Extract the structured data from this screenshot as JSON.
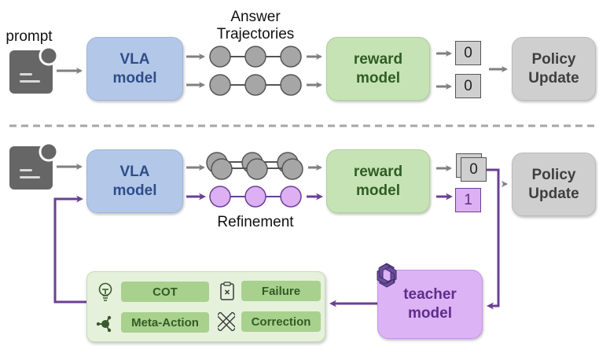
{
  "colors": {
    "gray_arrow": "#808080",
    "purple_arrow": "#6b3f95",
    "vla_fill": "#b3c8e8",
    "reward_fill": "#c6e3b5",
    "policy_fill": "#cfcfcf",
    "teacher_fill": "#dcb3f4",
    "node_gray": "#a6a6a6",
    "node_purple": "#dcb0f3",
    "prompt_icon": "#666666"
  },
  "top_row": {
    "prompt_label": "prompt",
    "prompt_icon": "document-icon",
    "vla_line1": "VLA",
    "vla_line2": "model",
    "trajectories_label_line1": "Answer",
    "trajectories_label_line2": "Trajectories",
    "reward_line1": "reward",
    "reward_line2": "model",
    "scores": [
      "0",
      "0"
    ],
    "policy_line1": "Policy",
    "policy_line2": "Update"
  },
  "bottom_row": {
    "prompt_icon": "document-icon",
    "vla_line1": "VLA",
    "vla_line2": "model",
    "refinement_label": "Refinement",
    "reward_line1": "reward",
    "reward_line2": "model",
    "scores": [
      "0",
      "1"
    ],
    "policy_line1": "Policy",
    "policy_line2": "Update",
    "teacher_line1": "teacher",
    "teacher_line2": "model",
    "teacher_icon": "openai-logo-icon"
  },
  "knowledge": {
    "items": [
      {
        "label": "COT",
        "icon": "lightbulb-icon"
      },
      {
        "label": "Failure",
        "icon": "clipboard-x-icon"
      },
      {
        "label": "Meta-Action",
        "icon": "node-graph-icon"
      },
      {
        "label": "Correction",
        "icon": "ruler-pencil-icon"
      }
    ]
  }
}
